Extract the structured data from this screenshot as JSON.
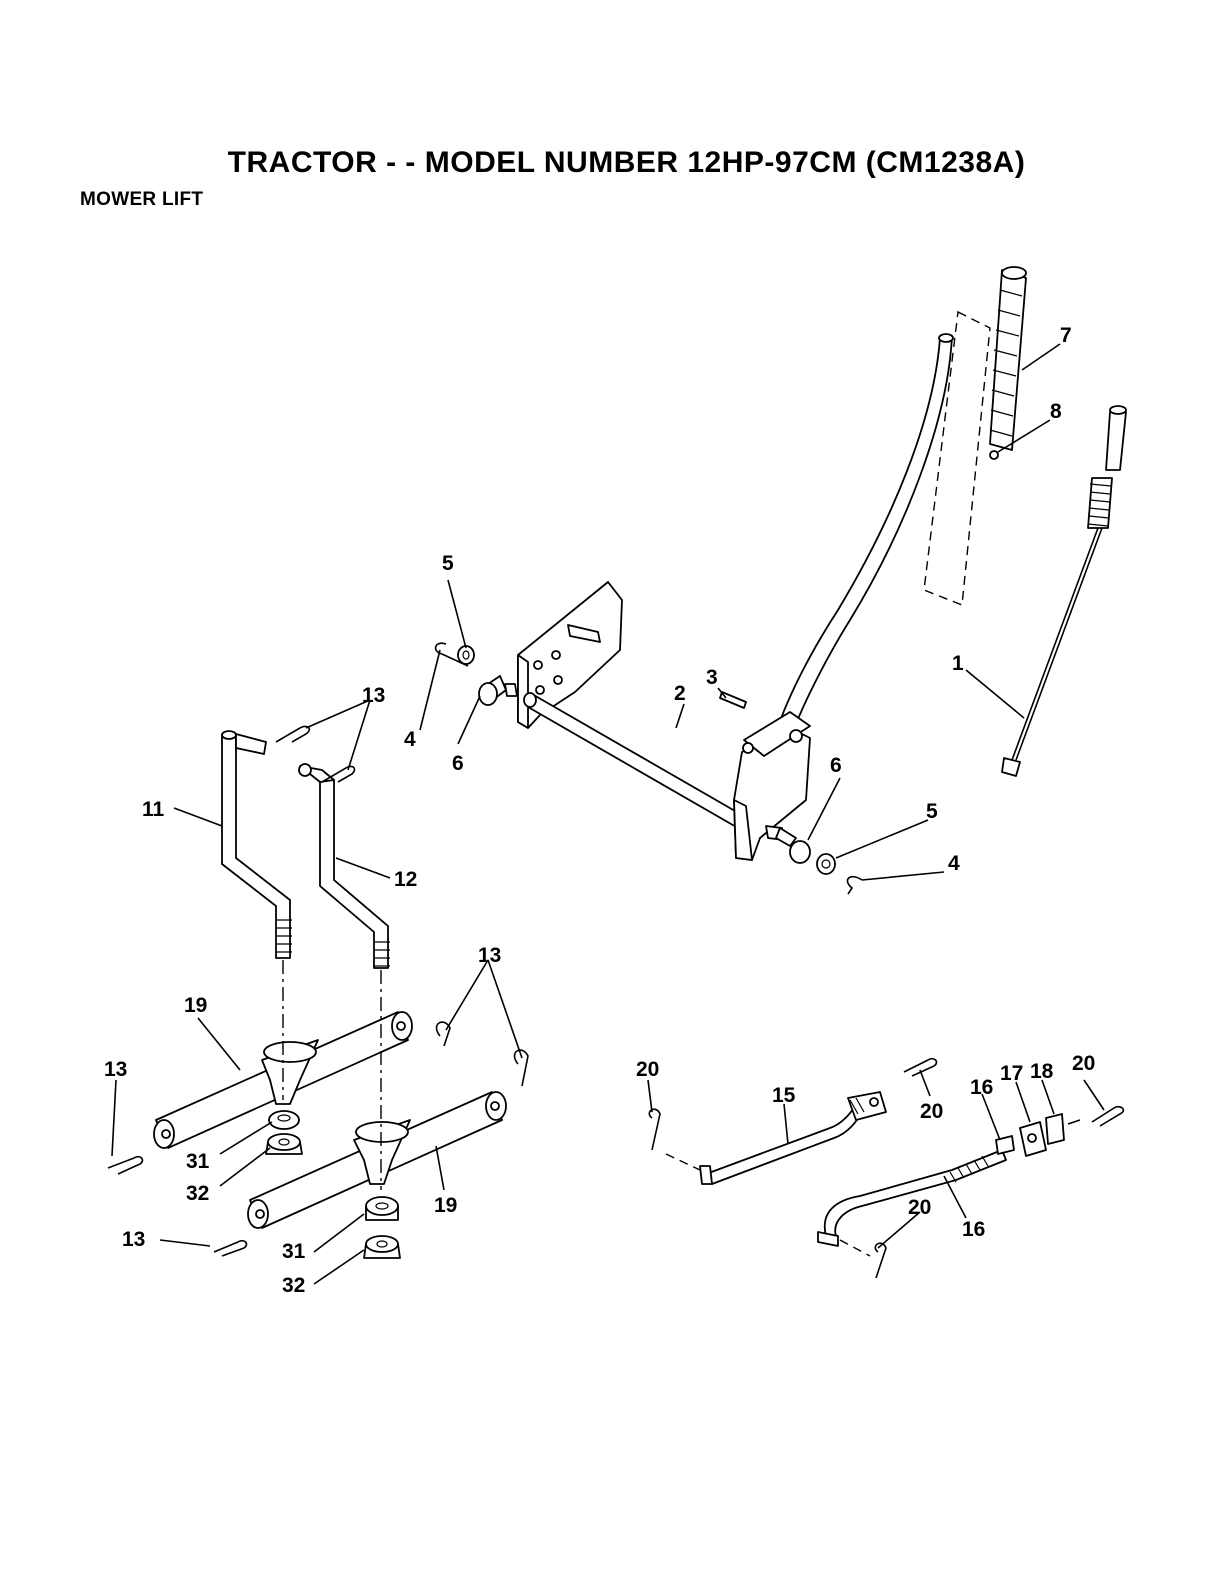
{
  "header": {
    "title": "TRACTOR - - MODEL NUMBER 12HP-97CM (CM1238A)",
    "subtitle": "MOWER LIFT"
  },
  "callouts": {
    "c1": "1",
    "c2": "2",
    "c3": "3",
    "c4a": "4",
    "c4b": "4",
    "c5a": "5",
    "c5b": "5",
    "c6a": "6",
    "c6b": "6",
    "c7": "7",
    "c8": "8",
    "c11": "11",
    "c12": "12",
    "c13a": "13",
    "c13b": "13",
    "c13c": "13",
    "c13d": "13",
    "c15": "15",
    "c16": "16",
    "c16b": "16",
    "c17": "17",
    "c18": "18",
    "c19a": "19",
    "c19b": "19",
    "c20a": "20",
    "c20b": "20",
    "c20c": "20",
    "c20d": "20",
    "c31a": "31",
    "c31b": "31",
    "c32a": "32",
    "c32b": "32"
  }
}
